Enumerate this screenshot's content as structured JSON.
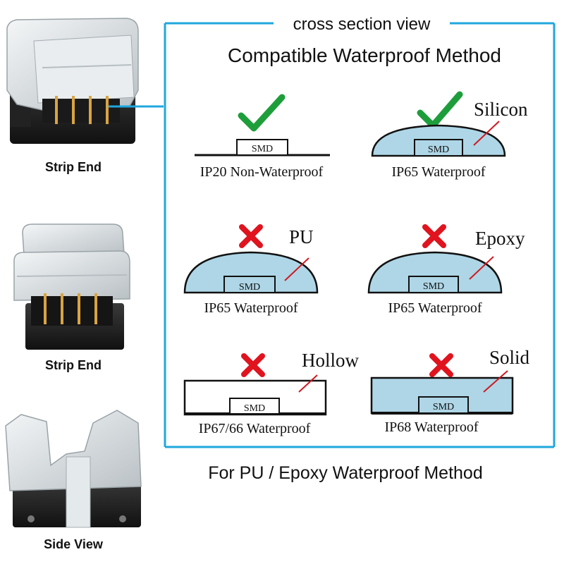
{
  "colors": {
    "frame": "#1fa7dd",
    "fill": "#aed6e6",
    "check": "#1e9e3b",
    "cross": "#e0141e",
    "line": "#111111",
    "annot": "#d01820"
  },
  "header": {
    "frame_label": "cross section view",
    "title": "Compatible Waterproof Method"
  },
  "left_column": {
    "labels": [
      "Strip End",
      "Strip End",
      "Side View"
    ]
  },
  "chip_label": "SMD",
  "methods": [
    {
      "id": "ip20",
      "mark": "check",
      "material": "",
      "caption": "IP20 Non-Waterproof"
    },
    {
      "id": "ip65-silicon",
      "mark": "check",
      "material": "Silicon",
      "caption": "IP65 Waterproof"
    },
    {
      "id": "ip65-pu",
      "mark": "cross",
      "material": "PU",
      "caption": "IP65 Waterproof"
    },
    {
      "id": "ip65-epoxy",
      "mark": "cross",
      "material": "Epoxy",
      "caption": "IP65 Waterproof"
    },
    {
      "id": "ip67-hollow",
      "mark": "cross",
      "material": "Hollow",
      "caption": "IP67/66 Waterproof"
    },
    {
      "id": "ip68-solid",
      "mark": "cross",
      "material": "Solid",
      "caption": "IP68 Waterproof"
    }
  ],
  "footer": {
    "note": "For PU / Epoxy Waterproof Method"
  }
}
